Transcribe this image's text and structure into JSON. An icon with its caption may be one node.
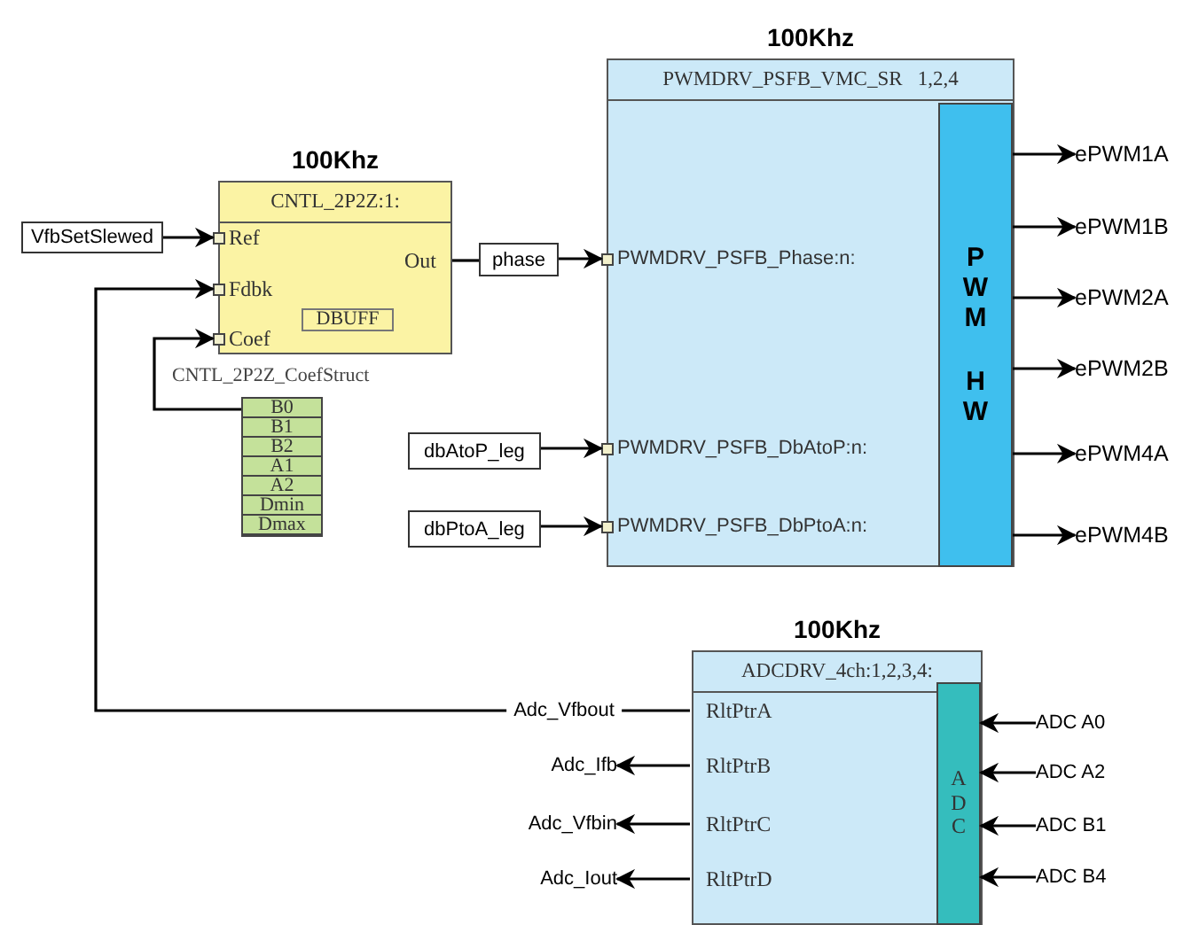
{
  "diagram": {
    "nodes": [
      {
        "text": [
          "100Khz",
          "CNTL_2P2Z:1:"
        ]
      },
      {
        "text": [
          "Ref"
        ],
        "in": 0
      },
      {
        "text": [
          "Fdbk"
        ],
        "in": 0
      },
      {
        "text": [
          "Coef"
        ],
        "in": 0
      },
      {
        "text": [
          "Out"
        ],
        "in": 0
      },
      {
        "text": [
          "DBUFF"
        ],
        "in": 0
      },
      {
        "text": [
          "VfbSetSlewed"
        ]
      },
      {
        "text": [
          "phase"
        ]
      },
      {
        "text": [
          "B0",
          "B1",
          "B2",
          "A1",
          "A2",
          "Dmin",
          "Dmax"
        ],
        "beside": [
          "CNTL_2P2Z_CoefStruct"
        ]
      },
      {
        "text": [
          "100Khz",
          "PWMDRV_PSFB_VMC_SR   1,2,4"
        ]
      },
      {
        "text": [
          "PWMDRV_PSFB_Phase:n:"
        ],
        "in": 9
      },
      {
        "text": [
          "PWMDRV_PSFB_DbAtoP:n:"
        ],
        "in": 9
      },
      {
        "text": [
          "PWMDRV_PSFB_DbPtoA:n:"
        ],
        "in": 9
      },
      {
        "text": [
          "PWM",
          "HW"
        ],
        "in": 9
      },
      {
        "text": [
          "dbAtoP_leg"
        ]
      },
      {
        "text": [
          "dbPtoA_leg"
        ]
      },
      {
        "text": [
          "ePWM1A"
        ]
      },
      {
        "text": [
          "ePWM1B"
        ]
      },
      {
        "text": [
          "ePWM2A"
        ]
      },
      {
        "text": [
          "ePWM2B"
        ]
      },
      {
        "text": [
          "ePWM4A"
        ]
      },
      {
        "text": [
          "ePWM4B"
        ]
      },
      {
        "text": [
          "100Khz",
          "ADCDRV_4ch:1,2,3,4:"
        ]
      },
      {
        "text": [
          "RltPtrA"
        ],
        "in": 22
      },
      {
        "text": [
          "RltPtrB"
        ],
        "in": 22
      },
      {
        "text": [
          "RltPtrC"
        ],
        "in": 22
      },
      {
        "text": [
          "RltPtrD"
        ],
        "in": 22
      },
      {
        "text": [
          "ADC"
        ],
        "in": 22
      },
      {
        "text": [
          "Adc_Ifb"
        ]
      },
      {
        "text": [
          "Adc_Vfbin"
        ]
      },
      {
        "text": [
          "Adc_Iout"
        ]
      },
      {
        "text": [
          "ADC A0"
        ]
      },
      {
        "text": [
          "ADC A2"
        ]
      },
      {
        "text": [
          "ADC B1"
        ]
      },
      {
        "text": [
          "ADC B4"
        ]
      }
    ],
    "edges": [
      {
        "from": 6,
        "to": 1,
        "arrow": "to"
      },
      {
        "from": 4,
        "to": 7,
        "arrow": "none"
      },
      {
        "from": 7,
        "to": 10,
        "arrow": "to"
      },
      {
        "from": 14,
        "to": 11,
        "arrow": "to"
      },
      {
        "from": 15,
        "to": 12,
        "arrow": "to"
      },
      {
        "from": 8,
        "to": 3,
        "arrow": "to"
      },
      {
        "from": 13,
        "to": 16,
        "arrow": "to"
      },
      {
        "from": 13,
        "to": 17,
        "arrow": "to"
      },
      {
        "from": 13,
        "to": 18,
        "arrow": "to"
      },
      {
        "from": 13,
        "to": 19,
        "arrow": "to"
      },
      {
        "from": 13,
        "to": 20,
        "arrow": "to"
      },
      {
        "from": 13,
        "to": 21,
        "arrow": "to"
      },
      {
        "from": 23,
        "to": 2,
        "arrow": "to",
        "label": "Adc_Vfbout"
      },
      {
        "from": 24,
        "to": 28,
        "arrow": "to"
      },
      {
        "from": 25,
        "to": 29,
        "arrow": "to"
      },
      {
        "from": 26,
        "to": 30,
        "arrow": "to"
      },
      {
        "from": 31,
        "to": 27,
        "arrow": "to"
      },
      {
        "from": 32,
        "to": 27,
        "arrow": "to"
      },
      {
        "from": 33,
        "to": 27,
        "arrow": "to"
      },
      {
        "from": 34,
        "to": 27,
        "arrow": "to"
      }
    ]
  }
}
